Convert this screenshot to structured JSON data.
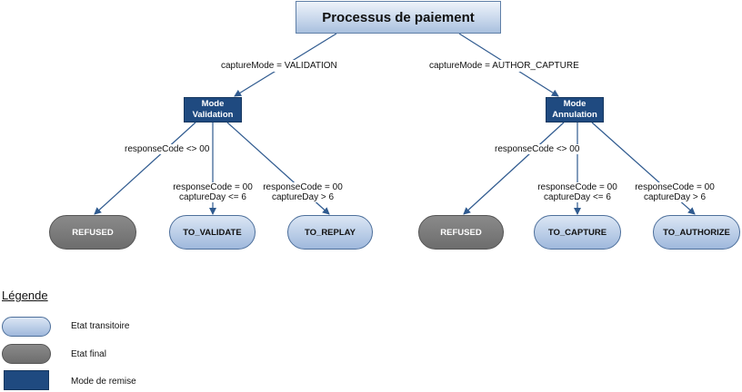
{
  "title": "Processus de paiement",
  "branches": {
    "validation": {
      "condition": "captureMode = VALIDATION",
      "mode_line1": "Mode",
      "mode_line2": "Validation",
      "edges": [
        {
          "line1": "responseCode <> 00",
          "line2": ""
        },
        {
          "line1": "responseCode = 00",
          "line2": "captureDay <= 6"
        },
        {
          "line1": "responseCode = 00",
          "line2": "captureDay > 6"
        }
      ],
      "states": [
        "REFUSED",
        "TO_VALIDATE",
        "TO_REPLAY"
      ]
    },
    "annulation": {
      "condition": "captureMode = AUTHOR_CAPTURE",
      "mode_line1": "Mode",
      "mode_line2": "Annulation",
      "edges": [
        {
          "line1": "responseCode <> 00",
          "line2": ""
        },
        {
          "line1": "responseCode = 00",
          "line2": "captureDay <= 6"
        },
        {
          "line1": "responseCode = 00",
          "line2": "captureDay > 6"
        }
      ],
      "states": [
        "REFUSED",
        "TO_CAPTURE",
        "TO_AUTHORIZE"
      ]
    }
  },
  "legend": {
    "title": "Légende",
    "items": [
      "Etat transitoire",
      "Etat final",
      "Mode de remise"
    ]
  },
  "colors": {
    "mode_fill": "#1f4a80",
    "final_fill": "#777777",
    "transit_fill": "#b7cbe6",
    "edge": "#2f5a8f"
  }
}
